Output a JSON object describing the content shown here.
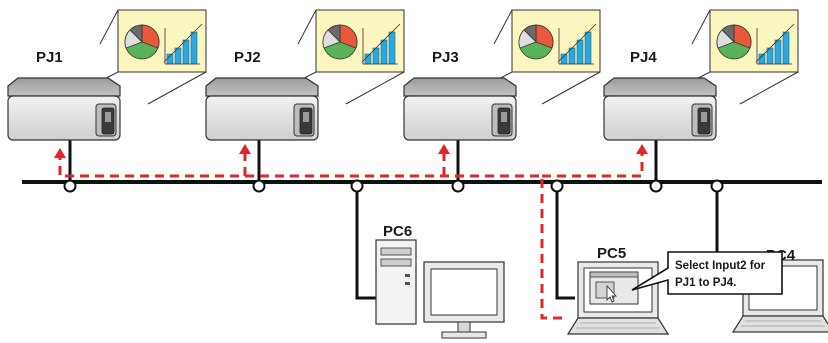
{
  "projectors": [
    {
      "label": "PJ1"
    },
    {
      "label": "PJ2"
    },
    {
      "label": "PJ3"
    },
    {
      "label": "PJ4"
    }
  ],
  "computers": [
    {
      "label": "PC6"
    },
    {
      "label": "PC5"
    },
    {
      "label": "PC4"
    }
  ],
  "callout": {
    "line1": "Select Input2 for",
    "line2": "PJ1 to PJ4."
  },
  "colors": {
    "network": "#111111",
    "signal_path": "#e0252b",
    "screen_bg": "#fbf5c0",
    "pie_red": "#e8583a",
    "pie_green": "#58b25a",
    "pie_gray": "#6b6b6b",
    "bar_blue": "#2aa7dc"
  }
}
